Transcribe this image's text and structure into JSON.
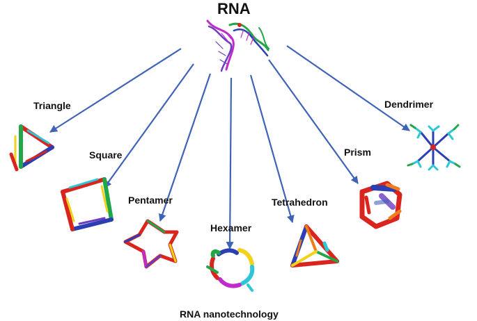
{
  "title": "RNA",
  "caption": "RNA nanotechnology",
  "structures": [
    {
      "id": "triangle",
      "label": "Triangle"
    },
    {
      "id": "square",
      "label": "Square"
    },
    {
      "id": "pentamer",
      "label": "Pentamer"
    },
    {
      "id": "hexamer",
      "label": "Hexamer"
    },
    {
      "id": "tetrahedron",
      "label": "Tetrahedron"
    },
    {
      "id": "prism",
      "label": "Prism"
    },
    {
      "id": "dendrimer",
      "label": "Dendrimer"
    }
  ],
  "colors": {
    "arrow": "#3f63b7",
    "strand_red": "#d9251d",
    "strand_green": "#22a64a",
    "strand_blue": "#2b3fb3",
    "strand_yellow": "#f2d21b",
    "strand_cyan": "#2ec6d6",
    "strand_magenta": "#c02cc9",
    "strand_orange": "#ef7d1b",
    "strand_purple": "#6a3cc4"
  }
}
